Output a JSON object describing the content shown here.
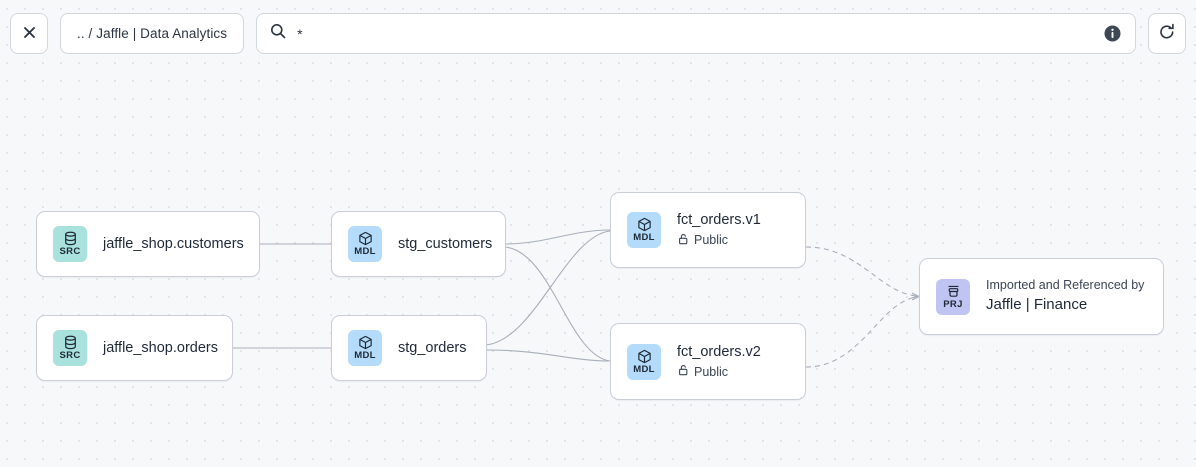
{
  "toolbar": {
    "close_label": "×",
    "close_icon": "close-icon",
    "breadcrumb": ".. / Jaffle | Data Analytics",
    "search_value": "*",
    "search_placeholder": "Search",
    "search_icon": "search-icon",
    "info_icon": "info-circle-icon",
    "refresh_icon": "refresh-icon"
  },
  "graph": {
    "nodes": [
      {
        "id": "jaffle_shop_customers",
        "badge_code": "SRC",
        "badge_type": "src",
        "badge_icon": "database-icon",
        "title": "jaffle_shop.customers"
      },
      {
        "id": "jaffle_shop_orders",
        "badge_code": "SRC",
        "badge_type": "src",
        "badge_icon": "database-icon",
        "title": "jaffle_shop.orders"
      },
      {
        "id": "stg_customers",
        "badge_code": "MDL",
        "badge_type": "mdl",
        "badge_icon": "cube-icon",
        "title": "stg_customers"
      },
      {
        "id": "stg_orders",
        "badge_code": "MDL",
        "badge_type": "mdl",
        "badge_icon": "cube-icon",
        "title": "stg_orders"
      },
      {
        "id": "fct_orders_v1",
        "badge_code": "MDL",
        "badge_type": "mdl",
        "badge_icon": "cube-icon",
        "title": "fct_orders.v1",
        "access": "Public",
        "access_icon": "unlocked-padlock-icon"
      },
      {
        "id": "fct_orders_v2",
        "badge_code": "MDL",
        "badge_type": "mdl",
        "badge_icon": "cube-icon",
        "title": "fct_orders.v2",
        "access": "Public",
        "access_icon": "unlocked-padlock-icon"
      },
      {
        "id": "jaffle_finance_project",
        "badge_code": "PRJ",
        "badge_type": "prj",
        "badge_icon": "project-box-icon",
        "eyebrow": "Imported and Referenced by",
        "title": "Jaffle | Finance"
      }
    ],
    "colors": {
      "src_badge": "#a9e2dc",
      "mdl_badge": "#b4dcfa",
      "prj_badge": "#c0c4f2",
      "canvas": "#f7f8fa",
      "node_border": "#c9ced8",
      "edge": "#a8afba",
      "dot_grid": "#dcdfe6"
    }
  }
}
